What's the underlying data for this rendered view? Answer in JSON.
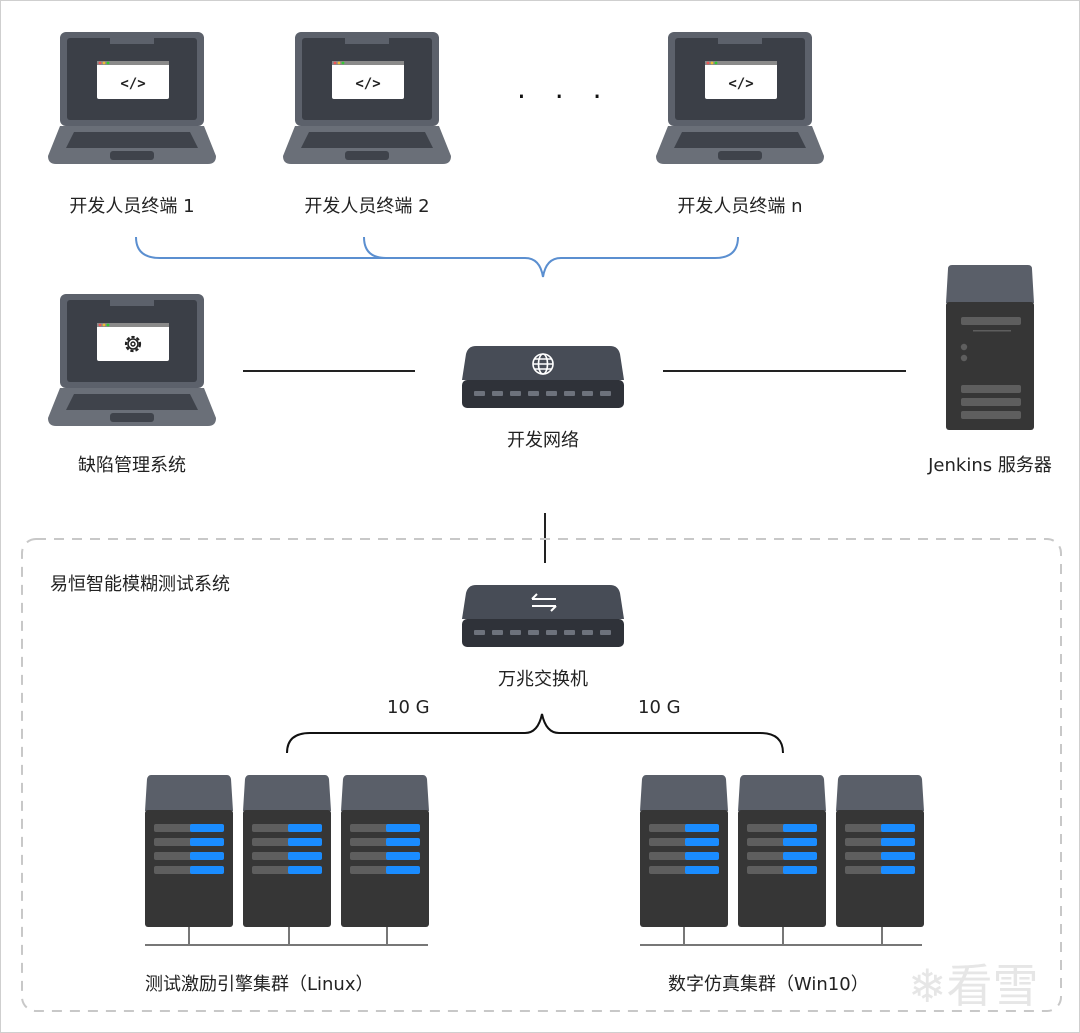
{
  "diagram": {
    "dev_terminals": [
      {
        "label": "开发人员终端 1",
        "screen_icon": "code-icon",
        "screen_glyph": "</>"
      },
      {
        "label": "开发人员终端 2",
        "screen_icon": "code-icon",
        "screen_glyph": "</>"
      },
      {
        "label": "开发人员终端 n",
        "screen_icon": "code-icon",
        "screen_glyph": "</>"
      }
    ],
    "ellipsis": "· · ·",
    "defect_system": {
      "label": "缺陷管理系统",
      "screen_icon": "gear-icon"
    },
    "dev_network": {
      "label": "开发网络",
      "icon": "globe-icon"
    },
    "jenkins_server": {
      "label": "Jenkins 服务器"
    },
    "fuzz_system": {
      "title": "易恒智能模糊测试系统",
      "switch": {
        "label": "万兆交换机",
        "icon": "swap-arrows-icon",
        "glyph": "⇆"
      },
      "links": [
        {
          "label": "10 G"
        },
        {
          "label": "10 G"
        }
      ],
      "clusters": [
        {
          "label": "测试激励引擎集群（Linux）",
          "servers": 3
        },
        {
          "label": "数字仿真集群（Win10）",
          "servers": 3
        }
      ]
    },
    "colors": {
      "device_dark": "#3b3f47",
      "device_mid": "#5c616b",
      "server_body": "#363636",
      "server_top": "#5a5f69",
      "led_blue": "#1a8cff",
      "bracket_blue": "#5b8fd0",
      "dashed_border": "#c8c8c8"
    }
  },
  "watermark": {
    "text": "看雪",
    "icon": "snowflake-icon",
    "glyph": "❄"
  }
}
